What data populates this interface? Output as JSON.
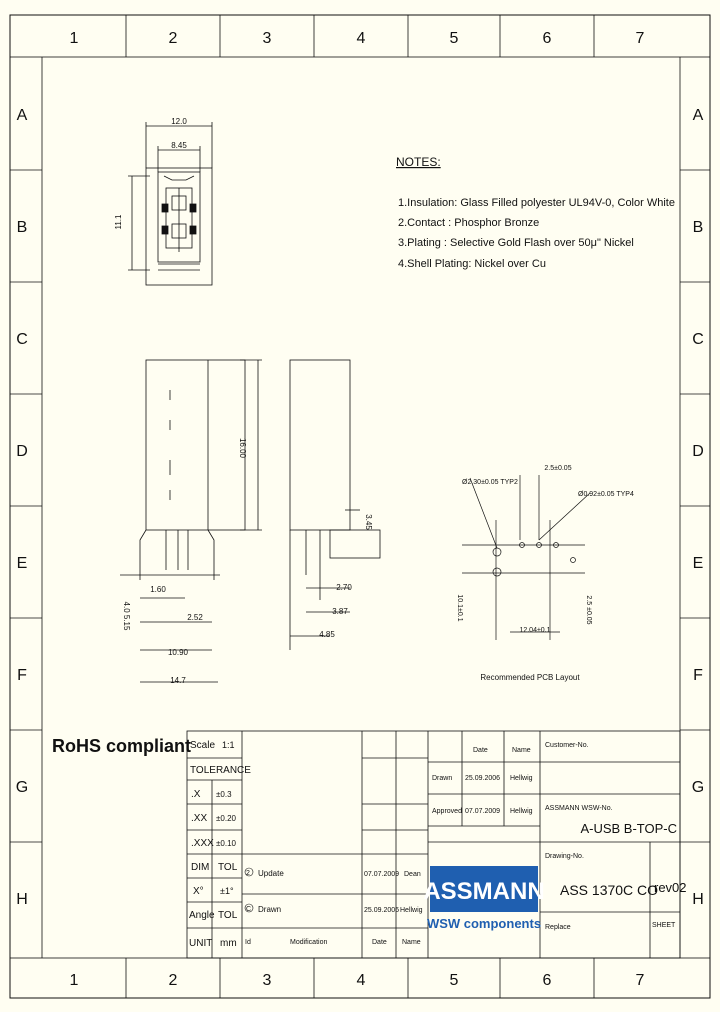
{
  "frame": {
    "columns": [
      "1",
      "2",
      "3",
      "4",
      "5",
      "6",
      "7"
    ],
    "rows": [
      "A",
      "B",
      "C",
      "D",
      "E",
      "F",
      "G",
      "H"
    ]
  },
  "notes": {
    "heading": "NOTES:",
    "items": [
      "1.Insulation: Glass Filled polyester UL94V-0, Color White",
      "2.Contact : Phosphor Bronze",
      "3.Plating : Selective Gold Flash over 50μ\" Nickel",
      "4.Shell Plating:  Nickel over  Cu"
    ]
  },
  "dimensions": {
    "top_width": "12.0",
    "top_inner": "8.45",
    "top_height": "11.1",
    "side_height": "16.00",
    "side_offset": "3.45",
    "d_160": "1.60",
    "d_252": "2.52",
    "d_1090": "10.90",
    "d_147": "14.7",
    "d_270": "2.70",
    "d_387": "3.87",
    "d_485": "4.85",
    "left_vert": "4.0  5.15",
    "pcb_top": "2.5±0.05",
    "pcb_hole1": "Ø2.30±0.05 TYP2",
    "pcb_hole2": "Ø0.92±0.05 TYP4",
    "pcb_bottom": "12.04±0.1",
    "pcb_right": "2.5 ±0.05",
    "pcb_left": "10.1±0.1",
    "pcb_caption": "Recommended PCB Layout"
  },
  "rohs": "RoHS compliant",
  "tolerance": {
    "scale_label": "Scale",
    "scale_value": "1:1",
    "tolerance_label": "TOLERANCE",
    "rows": [
      {
        "k": ".X",
        "v": "±0.3"
      },
      {
        "k": ".XX",
        "v": "±0.20"
      },
      {
        "k": ".XXX",
        "v": "±0.10"
      }
    ],
    "dim_label": "DIM",
    "dim_value": "TOL",
    "x_label": "X°",
    "x_value": "±1°",
    "angle_label": "Angle",
    "angle_value": "TOL",
    "unit_label": "UNIT",
    "unit_value": "mm"
  },
  "revisions": {
    "id_label": "Id",
    "mod_label": "Modification",
    "date_label": "Date",
    "name_label": "Name",
    "rows": [
      {
        "id": "2",
        "mod": "Update",
        "date": "07.07.2009",
        "name": "Dean"
      },
      {
        "id": "C",
        "mod": "Drawn",
        "date": "25.09.2006",
        "name": "Hellwig"
      }
    ]
  },
  "approval": {
    "date_label": "Date",
    "name_label": "Name",
    "drawn_label": "Drawn",
    "drawn_date": "25.09.2006",
    "drawn_name": "Hellwig",
    "approved_label": "Approved",
    "approved_date": "07.07.2009",
    "approved_name": "Hellwig"
  },
  "title_block": {
    "customer_label": "Customer-No.",
    "assmann_label": "ASSMANN WSW-No.",
    "part_no": "A-USB B-TOP-C",
    "drawing_label": "Drawing-No.",
    "drawing_no": "ASS 1370C CO",
    "rev": "rev02",
    "replace_label": "Replace",
    "sheet_label": "SHEET",
    "logo_top": "ASSMANN",
    "logo_bottom": "WSW components"
  },
  "colors": {
    "paper": "#fffef2",
    "ink": "#111111",
    "logo_blue": "#1f5fb0"
  }
}
